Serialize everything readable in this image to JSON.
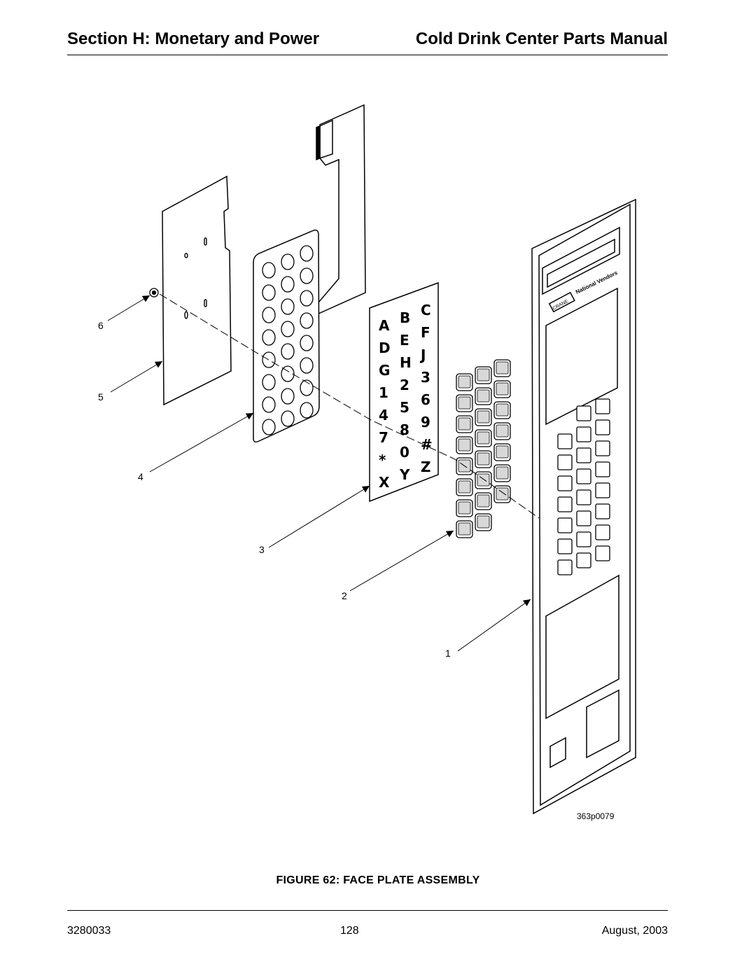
{
  "header": {
    "section_title": "Section H: Monetary and Power",
    "manual_title": "Cold Drink Center Parts Manual"
  },
  "figure": {
    "caption": "FIGURE 62:  FACE PLATE ASSEMBLY",
    "reference_code": "363p0079",
    "callouts": [
      "1",
      "2",
      "3",
      "4",
      "5",
      "6"
    ],
    "brand_box_text": "CRANE",
    "brand_text": "National Vendors",
    "overlay_rows": [
      [
        "A",
        "B",
        "C"
      ],
      [
        "D",
        "E",
        "F"
      ],
      [
        "G",
        "H",
        "J"
      ],
      [
        "1",
        "2",
        "3"
      ],
      [
        "4",
        "5",
        "6"
      ],
      [
        "7",
        "8",
        "9"
      ],
      [
        "*",
        "0",
        "#"
      ],
      [
        "X",
        "Y",
        "Z"
      ]
    ]
  },
  "footer": {
    "part_number": "3280033",
    "page_number": "128",
    "date": "August, 2003"
  }
}
